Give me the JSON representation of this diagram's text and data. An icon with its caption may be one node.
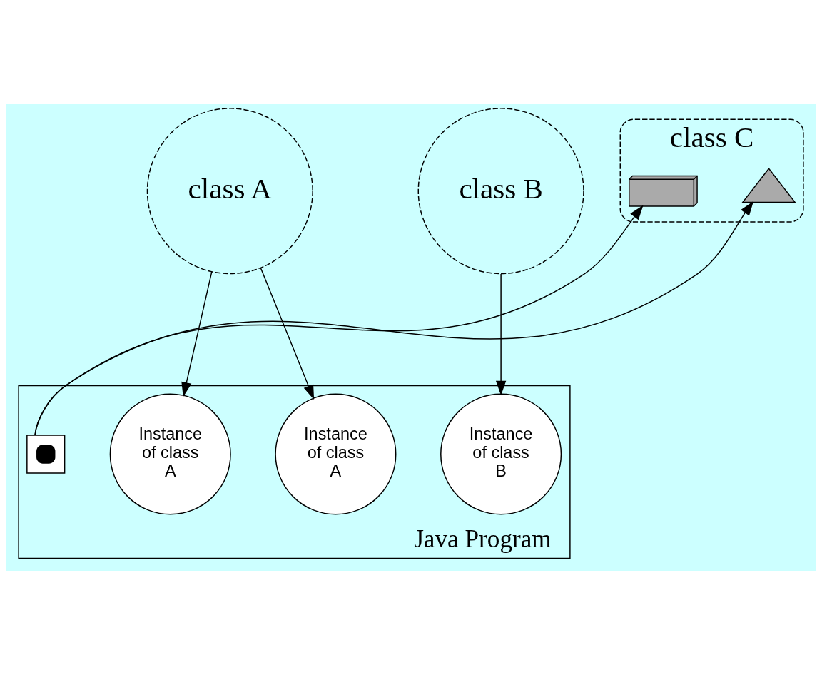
{
  "diagram": {
    "nodes": [
      {
        "text": [
          "class A"
        ]
      },
      {
        "text": [
          "class B"
        ]
      },
      {
        "text": [
          "class C"
        ]
      },
      {
        "text": [],
        "shape": "triangle",
        "in": 2
      },
      {
        "text": [],
        "shape": "box",
        "in": 2
      },
      {
        "text": [
          "Java Program"
        ]
      },
      {
        "text": [
          "Instance of class A"
        ],
        "in": 5
      },
      {
        "text": [
          "Instance of class A"
        ],
        "in": 5
      },
      {
        "text": [
          "Instance of class B"
        ],
        "in": 5
      },
      {
        "text": [],
        "shape": "box",
        "in": 5
      }
    ],
    "edges": [
      {
        "from": 0,
        "to": 6,
        "arrow": "to"
      },
      {
        "from": 0,
        "to": 7,
        "arrow": "to"
      },
      {
        "from": 1,
        "to": 8,
        "arrow": "to"
      },
      {
        "from": 9,
        "to": 3,
        "arrow": "to"
      },
      {
        "from": 9,
        "to": 4,
        "arrow": "to"
      }
    ]
  }
}
